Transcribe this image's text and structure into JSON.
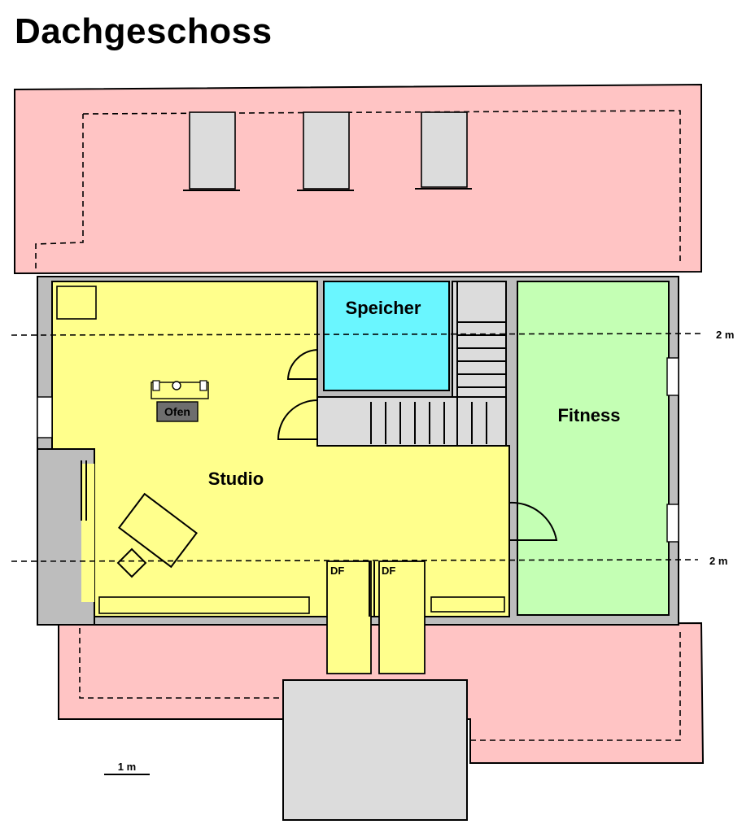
{
  "title": "Dachgeschoss",
  "rooms": {
    "studio": "Studio",
    "speicher": "Speicher",
    "fitness": "Fitness"
  },
  "fixtures": {
    "ofen": "Ofen",
    "roof_window_1": "DF",
    "roof_window_2": "DF"
  },
  "height_marks": {
    "upper": "2 m",
    "lower": "2 m"
  },
  "scale_bar": "1 m",
  "colors": {
    "roof": "#ffc4c4",
    "studio": "#ffff8c",
    "speicher": "#6af6ff",
    "fitness": "#c4ffb4",
    "wall": "#bdbdbd",
    "skylight": "#dcdcdc",
    "ofen": "#6e6e6e"
  }
}
